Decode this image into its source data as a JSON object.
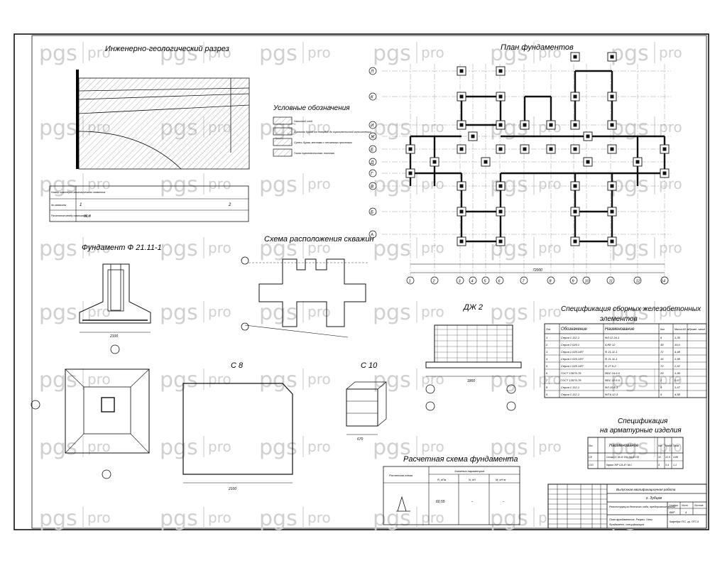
{
  "watermark": {
    "brand_left": "pgs",
    "brand_right": "pro"
  },
  "titles": {
    "geology": "Инженерно-геологический разрез",
    "legend": "Условные обозначения",
    "foundation_plan": "План фундаментов",
    "foundation_f": "Фундамент Ф 21.11-1",
    "wells": "Схема расположения скважин",
    "c8": "С 8",
    "c10": "С 10",
    "dzh2": "ДЖ 2",
    "calc_scheme": "Расчетная схема фундамента",
    "spec_precast": "Спецификация сборных железобетонных элементов",
    "spec_precast_l1": "Спецификация сборных железобетонных",
    "spec_precast_l2": "элементов",
    "spec_rebar_l1": "Спецификация",
    "spec_rebar_l2": "на арматурные изделия"
  },
  "plan": {
    "rows": [
      "Л",
      "К",
      "И",
      "Ж",
      "Е",
      "Д",
      "Г",
      "В",
      "Б",
      "А"
    ],
    "cols": [
      "1",
      "2",
      "3",
      "4",
      "5",
      "6",
      "7",
      "8",
      "9",
      "10",
      "11",
      "12",
      "13",
      "14"
    ]
  },
  "spec_precast": {
    "headers": [
      "Поз",
      "Обозначение",
      "Наименование",
      "Кол",
      "Масса ед. кг",
      "Приме- чание"
    ],
    "rows": [
      [
        "1",
        "Серия 1.112-1",
        "ФЛ 12.24-1",
        "6",
        "1,35"
      ],
      [
        "2",
        "Серия 1.020.1",
        "4,8Ф 12",
        "38",
        "10,0"
      ],
      [
        "3",
        "Серия 1.020.1/87",
        "Ф 21.11-1",
        "72",
        "4,48"
      ],
      [
        "4",
        "Серия 1.020.1/87",
        "Ф 21.11-1",
        "16",
        "1,98"
      ],
      [
        "5",
        "Серия 1.020.1/87",
        "Ф 27.9-2",
        "72",
        "2,52"
      ],
      [
        "6",
        "ГОСТ 13579-78",
        "ФБС 24.6.6",
        "29",
        "1,96"
      ],
      [
        "7",
        "ГОСТ 13579-78",
        "ФБС 12.6.6",
        "2",
        "0,67"
      ],
      [
        "8",
        "Серия 1.112-1",
        "ФЛ 10.8-3",
        "9",
        "1,67"
      ],
      [
        "9",
        "Серия 1.112-1",
        "ФЛ 6.12-3",
        "9",
        "4,58"
      ]
    ]
  },
  "spec_rebar": {
    "headers": [
      "Поз",
      "Наименование",
      "Кол",
      "Масса",
      "Прим"
    ],
    "rows": [
      [
        "С8",
        "Сетка 2С 8А-III 100 / 8А-III 100",
        "12",
        "12,5",
        "4,86"
      ],
      [
        "С10",
        "Каркас 3КР 12А-III / 6А-I",
        "4",
        "3,4",
        "1,1"
      ]
    ]
  },
  "geology_table": {
    "row1": "Номер инженерно-геологического элемента",
    "row2": "№ скважины",
    "row3": "Расстояние между скважинами, м",
    "well1": "1",
    "well2": "2",
    "dist": "36,0"
  },
  "legend_items": [
    "Насыпной слой",
    "Суглинок бурый от твердой до тугопластичной консистенции",
    "Супесь бурая, местами с песчаными прослоями",
    "Глина тугопластичная, плотная"
  ],
  "calc_table": {
    "col1": "Расчетная схема",
    "group": "Значения параметров",
    "h1": "R, кПа",
    "h2": "N, кН",
    "h3": "M, кН·м",
    "v1": "60,55",
    "v2": "-",
    "v3": "-"
  },
  "stamp": {
    "project": "Выпускная квалификационная работа",
    "city": "г. Зубцов",
    "object": "Реконструкция детского сада, предприятие жилой",
    "sheet_title": "План фундаментов. Разрез. Узлы",
    "sheet_sub": "Фундамент, спецификация",
    "stage_h": "Стадия",
    "sheet_h": "Лист",
    "sheets_h": "Листов",
    "stage": "ВКР",
    "sheet_no": "4",
    "org": "Кафедра ПГС, гр. ПГС-5"
  },
  "dims": {
    "f_width": "2100",
    "c8_width": "2100",
    "c10_width": "670",
    "dzh2_width": "1800",
    "plan_total": "72000"
  }
}
